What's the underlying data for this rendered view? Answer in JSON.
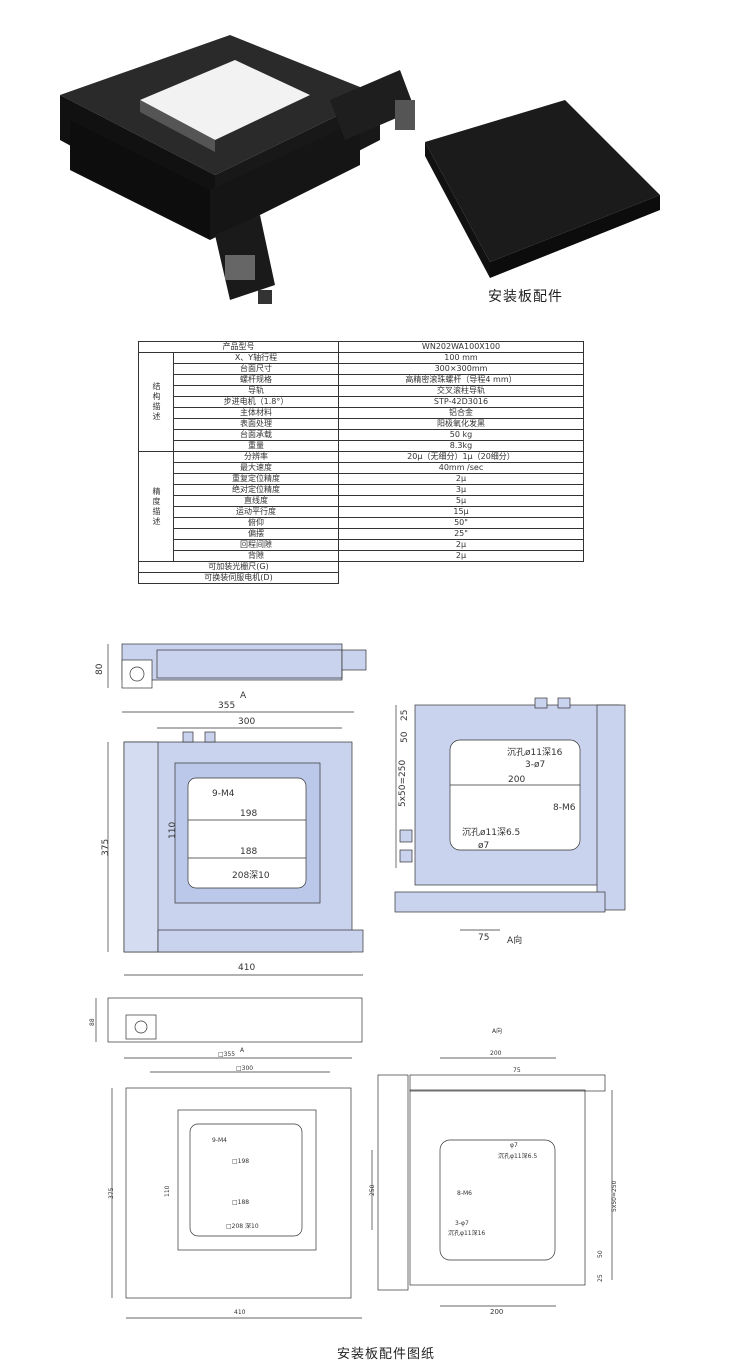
{
  "caption_top": "安装板配件",
  "caption_bottom": "安装板配件图纸",
  "spec": {
    "header": {
      "label": "产品型号",
      "value": "WN202WA100X100"
    },
    "group1": "结构描述",
    "group1_rows": [
      {
        "label": "X、Y轴行程",
        "value": "100 mm"
      },
      {
        "label": "台面尺寸",
        "value": "300×300mm"
      },
      {
        "label": "螺杆规格",
        "value": "高精密滚珠螺杆（导程4 mm）"
      },
      {
        "label": "导轨",
        "value": "交叉滚柱导轨"
      },
      {
        "label": "步进电机（1.8°）",
        "value": "STP-42D3016"
      },
      {
        "label": "主体材料",
        "value": "铝合金"
      },
      {
        "label": "表面处理",
        "value": "阳极氧化发黑"
      },
      {
        "label": "台面承载",
        "value": "50 kg"
      },
      {
        "label": "重量",
        "value": "8.3kg"
      }
    ],
    "group2": "精度描述",
    "group2_rows": [
      {
        "label": "分辨率",
        "value": "20μ（无细分）1μ（20细分）"
      },
      {
        "label": "最大速度",
        "value": "40mm /sec"
      },
      {
        "label": "重复定位精度",
        "value": "2μ"
      },
      {
        "label": "绝对定位精度",
        "value": "3μ"
      },
      {
        "label": "直线度",
        "value": "5μ"
      },
      {
        "label": "运动平行度",
        "value": "15μ"
      },
      {
        "label": "俯仰",
        "value": "50\""
      },
      {
        "label": "偏摆",
        "value": "25\""
      },
      {
        "label": "回程间隙",
        "value": "2μ"
      },
      {
        "label": "背隙",
        "value": "2μ"
      }
    ],
    "footer": [
      "可加装光栅尺(G)",
      "可换装伺服电机(D)"
    ]
  },
  "drawing1": {
    "dim_80": "80",
    "dim_A": "A",
    "dim_355": "355",
    "dim_300": "300",
    "dim_375": "375",
    "dim_110": "110",
    "label_9m4": "9-M4",
    "dim_198": "198",
    "dim_188": "188",
    "dim_208": "208深10",
    "dim_410": "410"
  },
  "drawing2": {
    "dim_25": "25",
    "dim_50": "50",
    "dim_5x50": "5x50=250",
    "label_counterbore1": "沉孔ø11深16",
    "label_3phi7": "3-ø7",
    "dim_200": "200",
    "label_8m6": "8-M6",
    "label_counterbore2": "沉孔ø11深6.5",
    "label_phi7": "ø7",
    "dim_75": "75",
    "label_Adir": "A向"
  },
  "drawing3": {
    "dim_88": "88",
    "dim_A": "A",
    "dim_355": "□355",
    "dim_300": "□300",
    "dim_375": "375",
    "dim_110": "110",
    "label_9m4": "9-M4",
    "dim_198": "□198",
    "dim_188": "□188",
    "dim_208": "□208 深10",
    "dim_410": "410"
  },
  "drawing4": {
    "label_Adir": "A向",
    "dim_200_top": "200",
    "dim_75": "75",
    "label_phi7": "φ7",
    "label_counterbore1": "沉孔φ11深6.5",
    "label_8m6": "8-M6",
    "dim_250": "250",
    "dim_5x50": "5x50=250",
    "label_3phi7": "3-φ7",
    "label_counterbore2": "沉孔φ11深16",
    "dim_50": "50",
    "dim_25": "25",
    "dim_200_bottom": "200"
  },
  "colors": {
    "plate": "#c9d3ee",
    "body": "#1c1c1c",
    "line": "#333333"
  }
}
